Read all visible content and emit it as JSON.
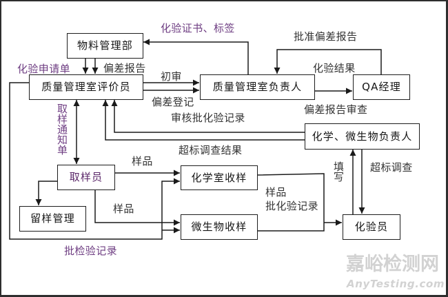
{
  "nodes": {
    "material_dept": "物料管理部",
    "qm_evaluator": "质量管理室评价员",
    "qm_head": "质量管理室负责人",
    "qa_manager": "QA经理",
    "chem_micro_head": "化学、微生物负责人",
    "sampler": "取样员",
    "retained_sample_mgmt": "留样管理",
    "chem_lab_receipt": "化学室收样",
    "micro_receipt": "微生物收样",
    "analyst": "化验员"
  },
  "edge_labels": {
    "certificate_and_label": "化验证书、标签",
    "test_request_form": "化验申请单",
    "deviation_report": "偏差报告",
    "initial_review": "初审",
    "deviation_registration": "偏差登记",
    "approve_deviation_report": "批准偏差报告",
    "test_result": "化验结果",
    "deviation_report_review": "偏差报告审查",
    "review_batch_test_records": "审核批化验记录",
    "oos_investigation_result": "超标调查结果",
    "sampling_notice": "取样通知单",
    "sample_to_chem": "样品",
    "sample_to_micro": "样品",
    "sample_to_analyst": "样品",
    "batch_test_record_to_analyst": "批化验记录",
    "fill_in": "填写",
    "oos_investigation": "超标调查",
    "batch_inspection_record": "批检验记录"
  },
  "watermark": {
    "cn": "嘉峪检测网",
    "en": "AnyTesting.com"
  },
  "colors": {
    "line": "#1a1a1a",
    "box_text": "#151515",
    "label_text": "#333333",
    "purple_label": "#6e3d82",
    "sampler_text": "#5a2668",
    "watermark": "#d2d2d2",
    "frame": "#2e2e2e"
  }
}
